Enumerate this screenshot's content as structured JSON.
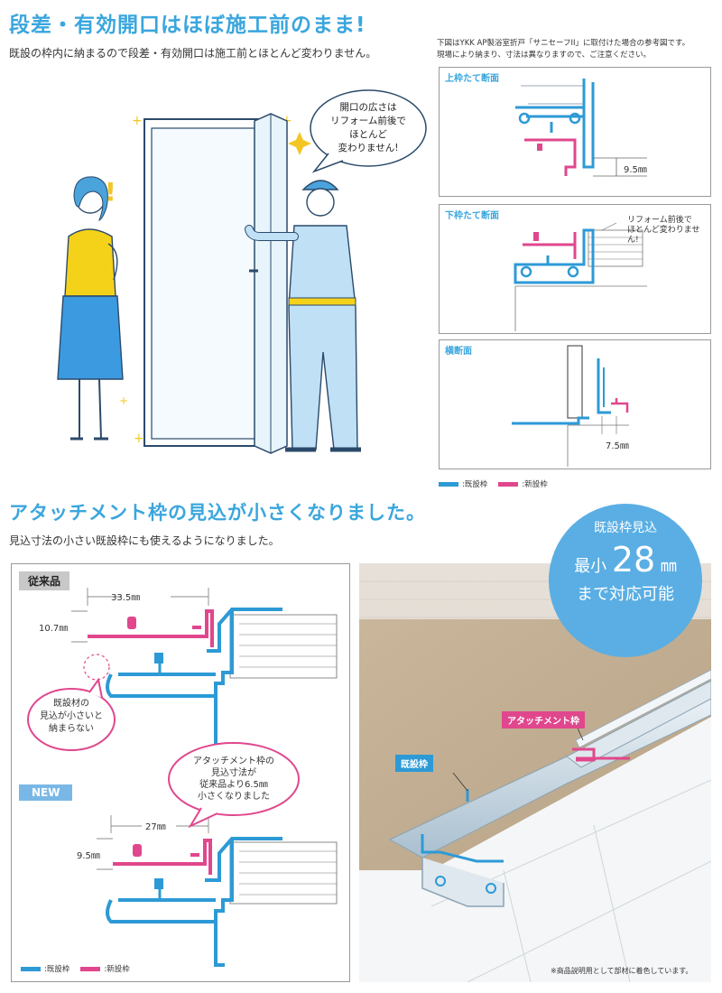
{
  "section1": {
    "title": "段差・有効開口はほぼ施工前のまま!",
    "subtitle": "既設の枠内に納まるので段差・有効開口は施工前とほとんど変わりません。",
    "note": [
      "下図はYKK AP製浴室折戸「サニセーフII」に取付けた場合の参考図です。",
      "現場により納まり、寸法は異なりますので、ご注意ください。"
    ],
    "speech": [
      "開口の広さは",
      "リフォーム前後で",
      "ほとんど",
      "変わりません!"
    ],
    "panels": {
      "top": {
        "title": "上枠たて断面",
        "dim": "9.5㎜"
      },
      "bottom": {
        "title": "下枠たて断面",
        "callout": [
          "リフォーム前後で",
          "ほとんど変わりません!"
        ]
      },
      "horizontal": {
        "title": "横断面",
        "dim": "7.5㎜"
      }
    },
    "legend": {
      "existing": ":既設枠",
      "new": ":新設枠"
    }
  },
  "section2": {
    "title": "アタッチメント枠の見込が小さくなりました。",
    "subtitle": "見込寸法の小さい既設枠にも使えるようになりました。",
    "circle": {
      "line1": "既設枠見込",
      "prefix": "最小",
      "number": "28",
      "unit": "㎜",
      "line3": "まで対応可能"
    },
    "old": {
      "label": "従来品",
      "width": "33.5㎜",
      "height": "10.7㎜",
      "bubble": [
        "既設材の",
        "見込が小さいと",
        "納まらない"
      ]
    },
    "new": {
      "label": "NEW",
      "width": "27㎜",
      "height": "9.5㎜",
      "bubble": [
        "アタッチメント枠の",
        "見込寸法が",
        "従来品より6.5㎜",
        "小さくなりました"
      ]
    },
    "legend": {
      "existing": ":既設枠",
      "new": ":新設枠"
    },
    "photo": {
      "attachment_label": "アタッチメント枠",
      "existing_label": "既設枠",
      "caption": "※商品説明用として部材に着色しています。"
    }
  },
  "colors": {
    "accent": "#3aa6dd",
    "existing": "#2d9ad6",
    "new": "#e0478d"
  }
}
